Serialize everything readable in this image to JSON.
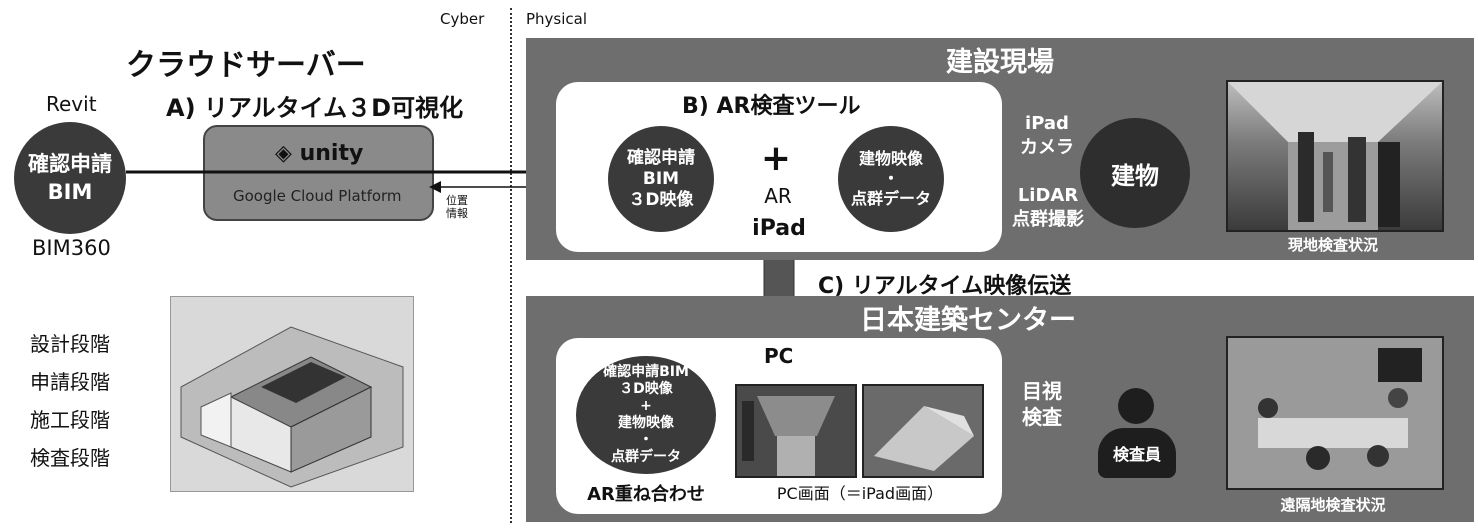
{
  "labels": {
    "cyber": "Cyber",
    "physical": "Physical",
    "cloud_server": "クラウドサーバー",
    "revit": "Revit",
    "realtime_3d": "A) リアルタイム３D可視化",
    "circle_bim_line1": "確認申請",
    "circle_bim_line2": "BIM",
    "bim360": "BIM360",
    "unity": "unity",
    "gcp": "Google Cloud Platform",
    "position_info_1": "位置",
    "position_info_2": "情報"
  },
  "stages": [
    "設計段階",
    "申請段階",
    "施工段階",
    "検査段階"
  ],
  "site": {
    "title": "建設現場",
    "ar_tool_title": "B) AR検査ツール",
    "left_circle": [
      "確認申請",
      "BIM",
      "３D映像"
    ],
    "plus": "+",
    "ar": "AR",
    "ipad": "iPad",
    "right_circle": [
      "建物映像",
      "・",
      "点群データ"
    ],
    "ipad_camera": [
      "iPad",
      "カメラ"
    ],
    "lidar": [
      "LiDAR",
      "点群撮影"
    ],
    "building": "建物",
    "photo_caption": "現地検査状況"
  },
  "transfer": "C) リアルタイム映像伝送",
  "center": {
    "title": "日本建築センター",
    "pc": "PC",
    "overlay_circle": [
      "確認申請BIM",
      "３D映像",
      "+",
      "建物映像",
      "・",
      "点群データ"
    ],
    "overlay_caption": "AR重ね合わせ",
    "screen_caption": "PC画面（＝iPad画面）",
    "visual_inspection": [
      "目視",
      "検査"
    ],
    "inspector": "検査員",
    "photo_caption": "遠隔地検査状況"
  },
  "colors": {
    "panel": "#6e6e6e",
    "circle": "#3a3a3a",
    "arrow": "#555555",
    "cloud_box": "#8a8a8a"
  }
}
